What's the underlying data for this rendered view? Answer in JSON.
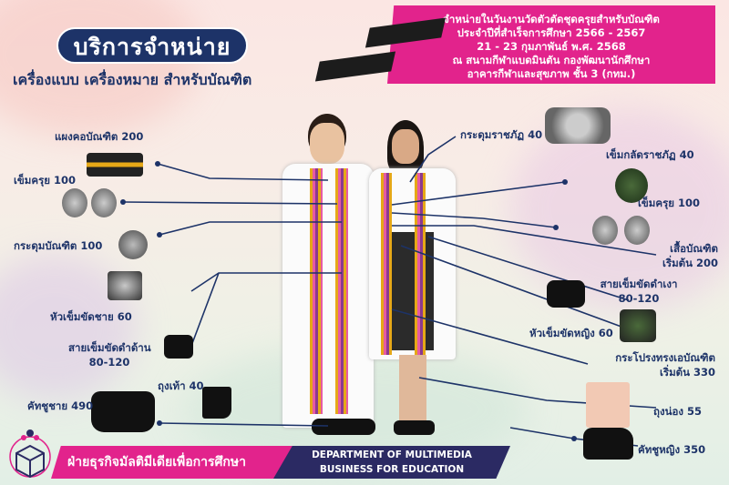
{
  "header": {
    "title": "บริการจำหน่าย",
    "subtitle": "เครื่องแบบ เครื่องหมาย สำหรับบัณฑิต"
  },
  "banner": {
    "lines": [
      "จำหน่ายในวันงานวัดตัวตัดชุดครุยสำหรับบัณฑิต",
      "ประจำปีที่สำเร็จการศึกษา 2566 - 2567",
      "21 - 23 กุมภาพันธ์ พ.ศ. 2568",
      "ณ สนามกีฬาแบดมินตัน กองพัฒนานักศึกษา",
      "อาคารกีฬาและสุขภาพ ชั้น 3 (กทม.)"
    ]
  },
  "items_left": [
    {
      "name": "แผงคอบัณฑิต 200"
    },
    {
      "name": "เข็มครุย 100"
    },
    {
      "name": "กระดุมบัณฑิต 100"
    },
    {
      "name": "หัวเข็มขัดชาย 60"
    },
    {
      "name": "สายเข็มขัดดำด้าน",
      "price": "80-120"
    },
    {
      "name": "ถุงเท้า 40"
    },
    {
      "name": "คัทชูชาย 490"
    }
  ],
  "items_right": [
    {
      "name": "กระดุมราชภัฏ 40"
    },
    {
      "name": "เข็มกลัดราชภัฏ 40"
    },
    {
      "name": "เข็มครุย 100"
    },
    {
      "name": "เสื้อบัณฑิต",
      "price": "เริ่มต้น 200"
    },
    {
      "name": "สายเข็มขัดดำเงา",
      "price": "80-120"
    },
    {
      "name": "หัวเข็มขัดหญิง 60"
    },
    {
      "name": "กระโปรงทรงเอบัณฑิต",
      "price": "เริ่มต้น 330"
    },
    {
      "name": "ถุงน่อง 55"
    },
    {
      "name": "คัทชูหญิง 350"
    }
  ],
  "footer": {
    "thai": "ฝ่ายธุรกิจมัลติมีเดียเพื่อการศึกษา",
    "en_line1": "DEPARTMENT OF MULTIMEDIA",
    "en_line2": "BUSINESS FOR EDUCATION"
  },
  "colors": {
    "navy": "#1d3368",
    "pink": "#e2238c",
    "footer_navy": "#2b2a63"
  }
}
